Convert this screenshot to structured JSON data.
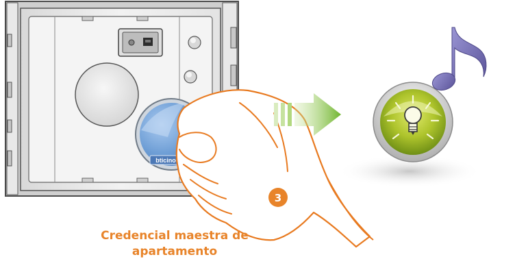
{
  "caption": {
    "line1": "Credencial maestra de",
    "line2": "apartamento"
  },
  "step": {
    "number": "3"
  },
  "credential": {
    "brand": "bticino"
  },
  "colors": {
    "caption": "#e8842a",
    "step_badge": "#e8842a",
    "arrow": "#7fbf3a",
    "led_green": "#9ebc2a",
    "music_note": "#6f6aae",
    "credential_blue": "#7aa6d8",
    "hand_outline": "#e87a20"
  },
  "icons": {
    "arrow": "right-arrow-icon",
    "led": "led-indicator-icon",
    "bulb": "light-bulb-icon",
    "note": "music-note-icon",
    "usb": "usb-port-icon"
  }
}
